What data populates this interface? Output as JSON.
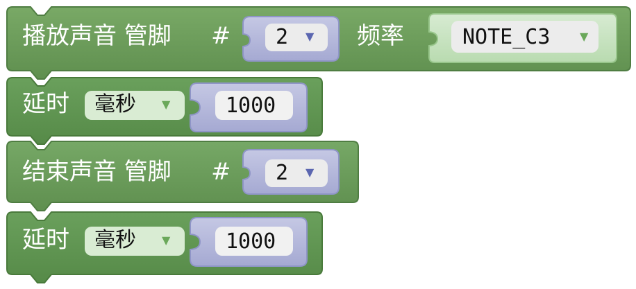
{
  "palette": {
    "block_green": "#6d9f5a",
    "block_green_dark": "#5d8b4d",
    "block_green_light": "#88b56f",
    "slot_purple": "#b6b9d9",
    "slot_purple_dark": "#9ea3cf",
    "slot_green": "#c7e4bf"
  },
  "blocks": [
    {
      "label": "播放声音 管脚",
      "pin_hash": "#",
      "pin_value": "2",
      "freq_label": "频率",
      "freq_value": "NOTE_C3"
    },
    {
      "label": "延时",
      "unit_value": "毫秒",
      "delay_value": "1000"
    },
    {
      "label": "结束声音 管脚",
      "pin_hash": "#",
      "pin_value": "2"
    },
    {
      "label": "延时",
      "unit_value": "毫秒",
      "delay_value": "1000"
    }
  ],
  "icons": {
    "dropdown_caret": "▼"
  }
}
